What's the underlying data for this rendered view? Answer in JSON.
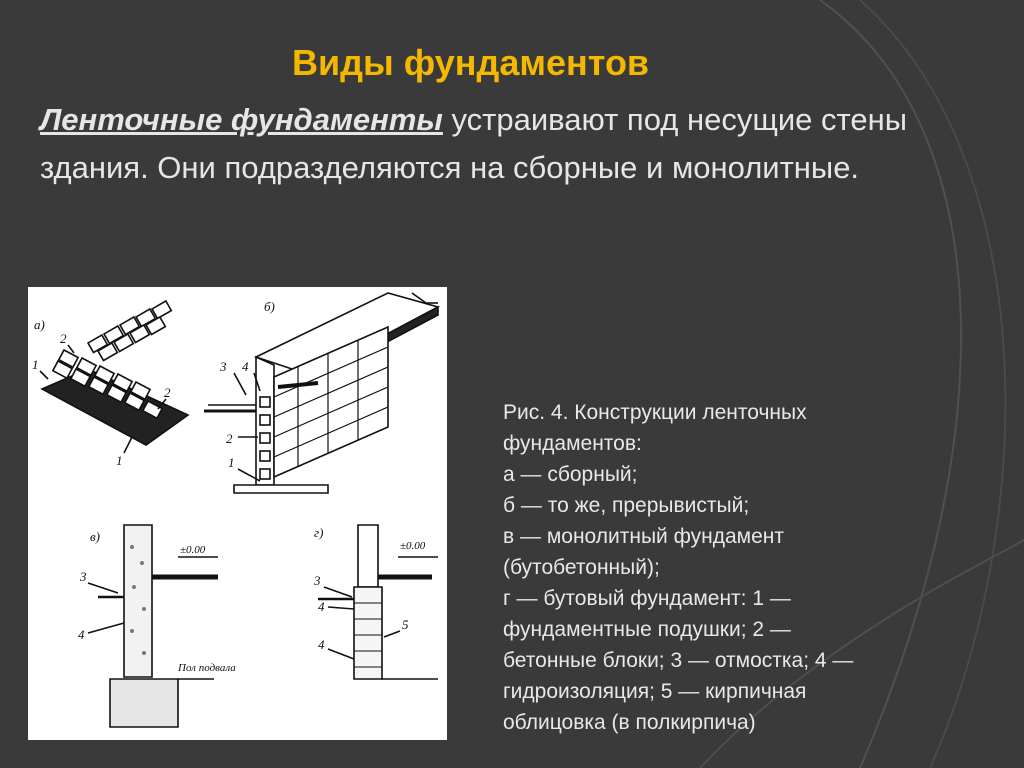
{
  "slide": {
    "title": "Виды фундаментов",
    "intro": {
      "term": "Ленточные фундаменты",
      "rest": " устраивают под несущие стены здания. Они подразделяются на сборные и монолитные."
    },
    "figure": {
      "panel_labels": [
        "а)",
        "б)",
        "в)",
        "г)"
      ],
      "leader_labels": {
        "a": [
          "1",
          "2",
          "2",
          "1"
        ],
        "b": [
          "3",
          "4",
          "2",
          "1"
        ],
        "v": [
          "3",
          "4"
        ],
        "g": [
          "3",
          "4",
          "5",
          "4"
        ]
      },
      "level_mark": "±0.00",
      "basement_floor": "Пол подвала"
    },
    "caption_lines": [
      "Рис. 4. Конструкции ленточных",
      "фундаментов:",
      "а — сборный;",
      "б — то же, прерывистый;",
      "в — монолитный фундамент",
      "(бутобетонный);",
      "г — бутовый фундамент: 1 —",
      "фундаментные подушки; 2 —",
      "бетонные блоки; 3 — отмостка; 4 —",
      "гидроизоляция; 5 — кирпичная",
      "облицовка (в полкирпича)"
    ]
  }
}
